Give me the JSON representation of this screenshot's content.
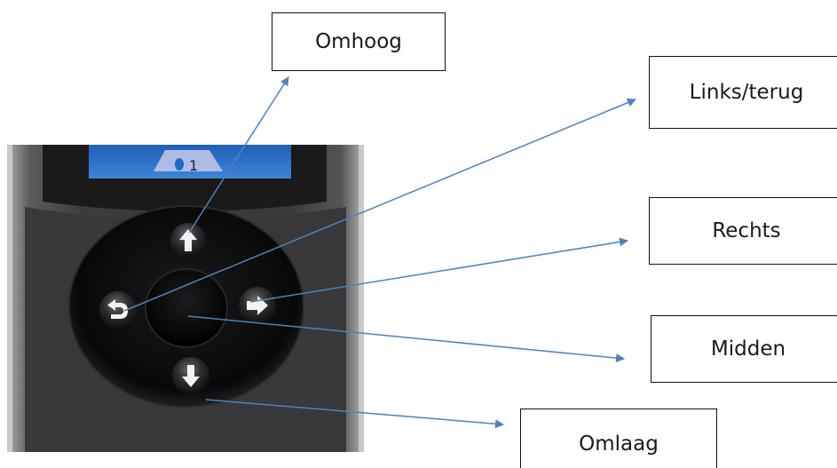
{
  "screen": {
    "indicator_text": "1"
  },
  "labels": {
    "up": "Omhoog",
    "back": "Links/terug",
    "right": "Rechts",
    "center": "Midden",
    "down": "Omlaag"
  },
  "colors": {
    "arrow": "#4f81bd",
    "box_border": "#111111",
    "screen_blue": "#2f6fc0",
    "device_body": "#3a3a3c",
    "pad_ring": "#0b0b0b"
  },
  "icons": {
    "up_button": "arrow-up-icon",
    "back_button": "return-arrow-icon",
    "right_button": "arrow-right-icon",
    "down_button": "arrow-down-icon",
    "center_button": "round-center-button"
  }
}
